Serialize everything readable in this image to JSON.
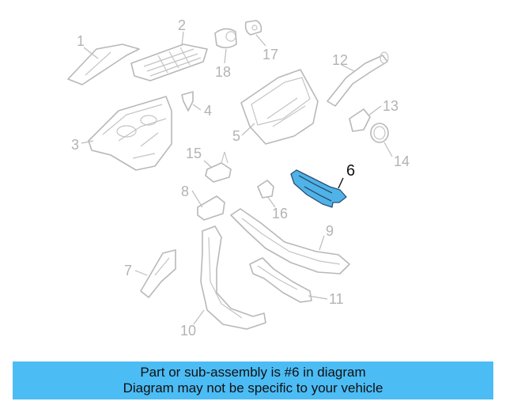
{
  "colors": {
    "banner_bg": "#4cbcf5",
    "highlight_fill": "#4fb3e8",
    "part_stroke": "#b8b8b8",
    "callout_text": "#b3b3b3",
    "active_callout": "#111111"
  },
  "callouts": [
    "1",
    "2",
    "3",
    "4",
    "5",
    "6",
    "7",
    "8",
    "9",
    "10",
    "11",
    "12",
    "13",
    "14",
    "15",
    "16",
    "17",
    "18"
  ],
  "highlighted_part": "6",
  "banner": {
    "line1": "Part or sub-assembly is #6 in diagram",
    "line2": "Diagram may not be specific to your vehicle"
  }
}
